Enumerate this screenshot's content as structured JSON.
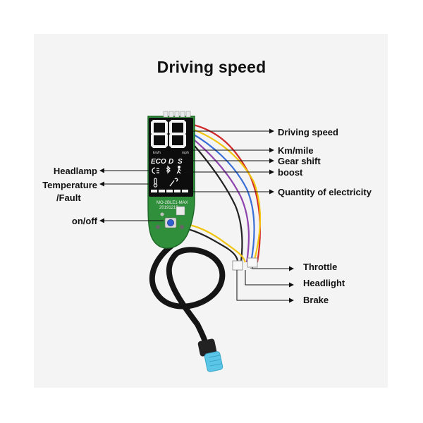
{
  "title": "Driving speed",
  "display": {
    "speed_unit_left": "km/h",
    "speed_unit_right": "mph",
    "mode_eco": "ECO",
    "mode_d": "D",
    "mode_s": "S"
  },
  "board": {
    "model_text": "MO-2BLE1-MAX",
    "date_code": "20191213"
  },
  "labels": {
    "driving_speed": "Driving speed",
    "km_mile": "Km/mile",
    "gear_shift": "Gear shift",
    "boost": "boost",
    "quantity_of_electricity": "Quantity of electricity",
    "headlamp": "Headlamp",
    "temperature": "Temperature",
    "fault": "/Fault",
    "on_off": "on/off",
    "throttle": "Throttle",
    "headlight": "Headlight",
    "brake": "Brake"
  },
  "colors": {
    "panel_bg": "#f4f4f4",
    "pcb_green": "#2f8f3a",
    "display_black": "#0d0d0d",
    "cable_black": "#151515",
    "connector_blue": "#5cc6e6",
    "wire_red": "#d22a2a",
    "wire_yellow": "#f1c40f",
    "wire_blue": "#3a6fd8",
    "wire_purple": "#8e44ad",
    "wire_black": "#222222"
  }
}
